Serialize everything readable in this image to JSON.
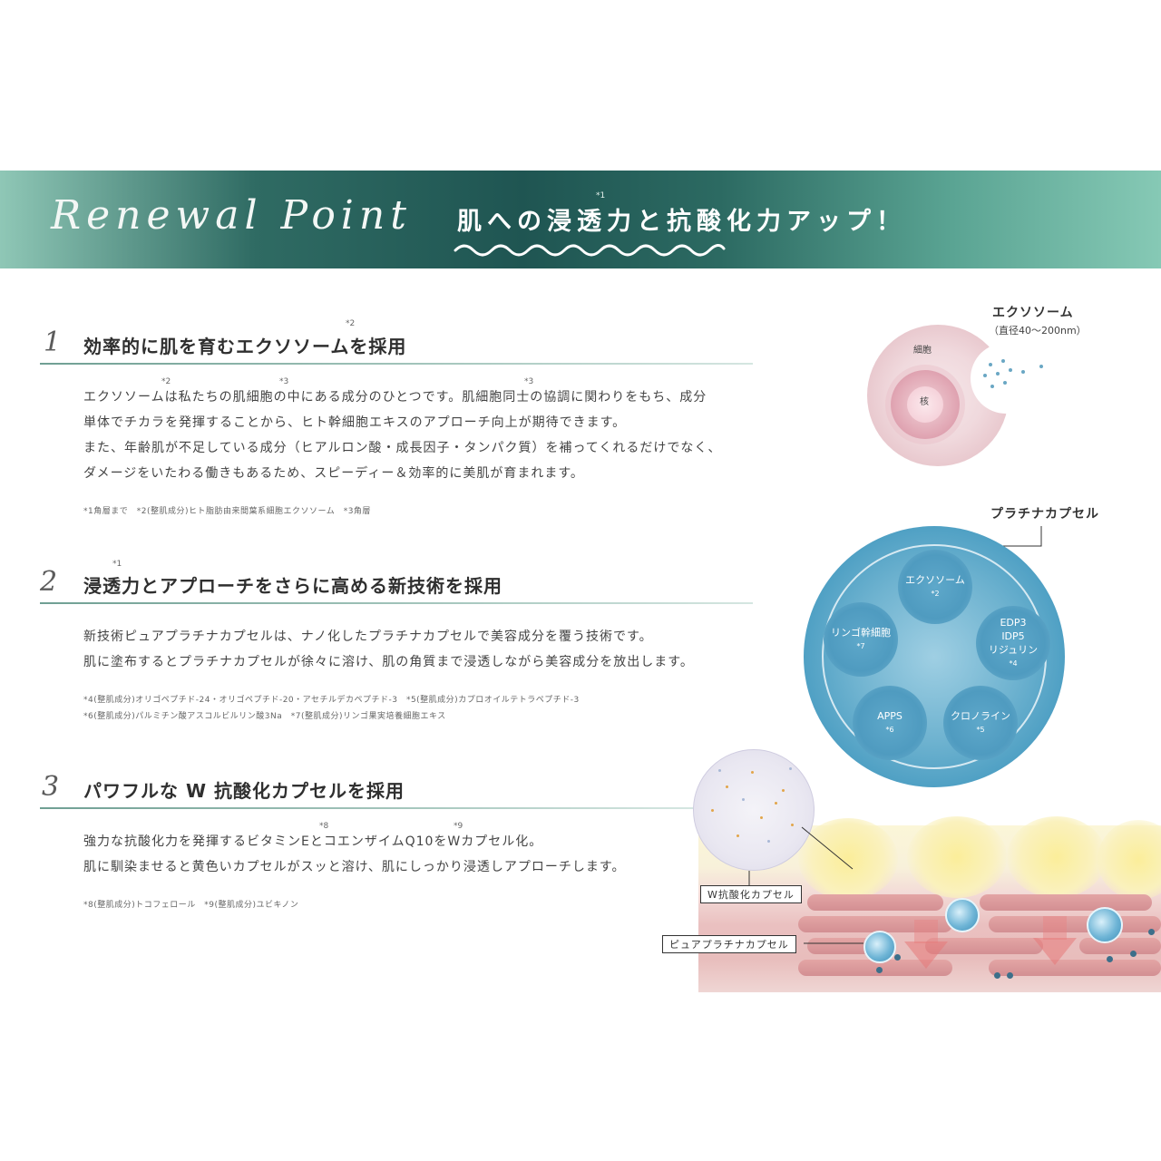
{
  "banner": {
    "renewal_text": "Renewal Point",
    "headline": "肌への浸透力と抗酸化力アップ！",
    "headline_note": "*1"
  },
  "sections": [
    {
      "num": "1",
      "title": "効率的に肌を育むエクソソームを採用",
      "title_note": "*2",
      "body_notes": [
        "*2",
        "*3",
        "*3"
      ],
      "body": [
        "エクソソームは私たちの肌細胞の中にある成分のひとつです。肌細胞同士の協調に関わりをもち、成分",
        "単体でチカラを発揮することから、ヒト幹細胞エキスのアプローチ向上が期待できます。",
        "また、年齢肌が不足している成分（ヒアルロン酸・成長因子・タンパク質）を補ってくれるだけでなく、",
        "ダメージをいたわる働きもあるため、スピーディー＆効率的に美肌が育まれます。"
      ],
      "footnotes": [
        "*1角層まで　*2(整肌成分)ヒト脂肪由来間葉系細胞エクソソーム　*3角層"
      ]
    },
    {
      "num": "2",
      "title": "浸透力とアプローチをさらに高める新技術を採用",
      "title_note": "*1",
      "body": [
        "新技術ピュアプラチナカプセルは、ナノ化したプラチナカプセルで美容成分を覆う技術です。",
        "肌に塗布するとプラチナカプセルが徐々に溶け、肌の角質まで浸透しながら美容成分を放出します。"
      ],
      "footnotes": [
        "*4(整肌成分)オリゴペプチド-24・オリゴペプチド-20・アセチルデカペプチド-3　*5(整肌成分)カプロオイルテトラペプチド-3",
        "*6(整肌成分)パルミチン酸アスコルビルリン酸3Na　*7(整肌成分)リンゴ果実培養細胞エキス"
      ]
    },
    {
      "num": "3",
      "title": "パワフルな W 抗酸化カプセルを採用",
      "body_notes": [
        "*8",
        "*9"
      ],
      "body": [
        "強力な抗酸化力を発揮するビタミンEとコエンザイムQ10をWカプセル化。",
        "肌に馴染ませると黄色いカプセルがスッと溶け、肌にしっかり浸透しアプローチします。"
      ],
      "footnotes": [
        "*8(整肌成分)トコフェロール　*9(整肌成分)ユビキノン"
      ]
    }
  ],
  "exosome_diagram": {
    "title": "エクソソーム",
    "size": "（直径40〜200nm）",
    "cell_label": "細胞",
    "nucleus_label": "核"
  },
  "platinum_diagram": {
    "title": "プラチナカプセル",
    "items": [
      {
        "label": "エクソソーム",
        "note": "*2"
      },
      {
        "label": "EDP3\nIDP5\nリジュリン",
        "note": "*4"
      },
      {
        "label": "クロノライン",
        "note": "*5"
      },
      {
        "label": "APPS",
        "note": "*6"
      },
      {
        "label": "リンゴ幹細胞",
        "note": "*7"
      }
    ]
  },
  "skin_diagram": {
    "w_capsule_label": "W抗酸化カプセル",
    "platinum_capsule_label": "ピュアプラチナカプセル"
  }
}
